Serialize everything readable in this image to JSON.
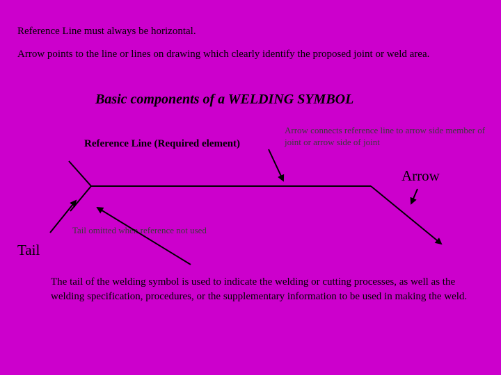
{
  "notes": {
    "reference_horizontal": "Reference Line must always be horizontal.",
    "arrow_points": "Arrow points to the line or lines on drawing which clearly identify the proposed joint or weld area."
  },
  "title": "Basic components  of a WELDING SYMBOL",
  "labels": {
    "reference_line": "Reference Line (Required element)",
    "arrow_description": "Arrow connects reference line to arrow side member of joint or arrow side of joint",
    "arrow": "Arrow",
    "tail_omitted": "Tail omitted when reference not used",
    "tail": "Tail",
    "tail_description": "The tail of the welding symbol is used to indicate the welding or cutting processes, as well as the welding specification, procedures, or the supplementary information to be used in making the weld."
  },
  "colors": {
    "background": "#cc00cc",
    "text": "#000000",
    "secondary_text": "#3a3a3a"
  }
}
